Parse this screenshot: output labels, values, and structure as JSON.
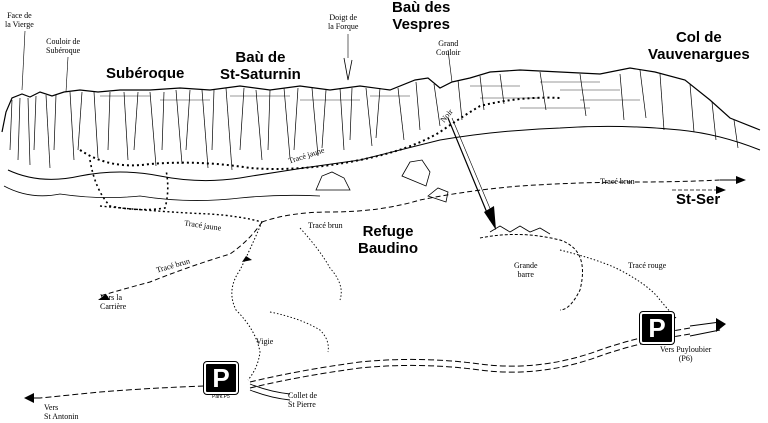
{
  "summits": {
    "subéroque": "Subéroque",
    "bau_st_saturnin_l1": "Baù de",
    "bau_st_saturnin_l2": "St-Saturnin",
    "bau_vespres_l1": "Baù des",
    "bau_vespres_l2": "Vespres",
    "col_vauvenargues_l1": "Col de",
    "col_vauvenargues_l2": "Vauvenargues"
  },
  "places": {
    "refuge_l1": "Refuge",
    "refuge_l2": "Baudino",
    "st_ser": "St-Ser"
  },
  "small_labels": {
    "face_vierge_l1": "Face de",
    "face_vierge_l2": "la Vierge",
    "couloir_l1": "Couloir de",
    "couloir_l2": "Subéroque",
    "doigt_l1": "Doigt de",
    "doigt_l2": "la Forque",
    "grand_couloir_l1": "Grand",
    "grand_couloir_l2": "Couloir",
    "noir": "Noir",
    "grande_barre_l1": "Grande",
    "grande_barre_l2": "barre",
    "vigie": "Vigie",
    "collet_l1": "Collet de",
    "collet_l2": "St Pierre"
  },
  "trails": {
    "jaune_upper": "Tracé jaune",
    "jaune_left": "Tracé jaune",
    "brun_mid": "Tracé brun",
    "brun_left": "Tracé brun",
    "brun_right": "Tracé brun",
    "rouge": "Tracé rouge"
  },
  "directions": {
    "carriere_l1": "Vers la",
    "carriere_l2": "Carrière",
    "st_antonin_l1": "Vers",
    "st_antonin_l2": "St Antonin",
    "puyloubier_l1": "Vers Puyloubier",
    "puyloubier_l2": "(P6)"
  },
  "parking": {
    "symbol": "P",
    "plate_left": "Park.P5"
  },
  "colors": {
    "ink": "#000000",
    "paper": "#ffffff"
  }
}
